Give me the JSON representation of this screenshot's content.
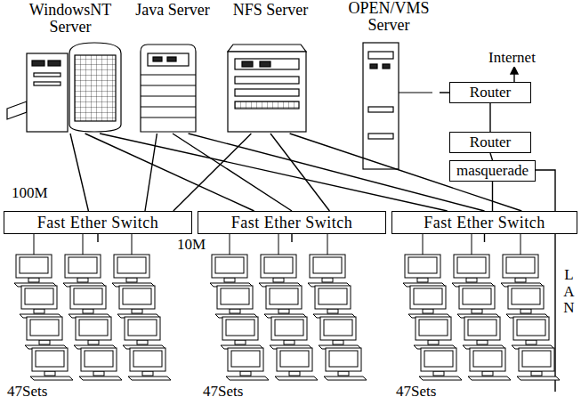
{
  "diagram": {
    "nodes": [
      {
        "text": [
          "WindowsNT Server"
        ]
      },
      {
        "text": [
          "Java Server"
        ]
      },
      {
        "text": [
          "NFS Server"
        ]
      },
      {
        "text": [
          "OPEN/VMS Server"
        ]
      },
      {
        "text": [
          "Router"
        ]
      },
      {
        "text": [
          "Router"
        ]
      },
      {
        "text": [
          "masquerade"
        ]
      },
      {
        "text": [
          "Fast Ether Switch"
        ]
      },
      {
        "text": [
          "Fast Ether Switch"
        ]
      },
      {
        "text": [
          "Fast Ether Switch"
        ]
      },
      {
        "text": [
          "47Sets"
        ]
      },
      {
        "text": [
          "47Sets"
        ]
      },
      {
        "text": [
          "47Sets"
        ]
      }
    ],
    "edges": [
      {
        "from": 0,
        "to": 7,
        "arrow": "none"
      },
      {
        "from": 0,
        "to": 8,
        "arrow": "none"
      },
      {
        "from": 0,
        "to": 9,
        "arrow": "none"
      },
      {
        "from": 1,
        "to": 7,
        "arrow": "none"
      },
      {
        "from": 1,
        "to": 8,
        "arrow": "none"
      },
      {
        "from": 1,
        "to": 9,
        "arrow": "none"
      },
      {
        "from": 2,
        "to": 7,
        "arrow": "none"
      },
      {
        "from": 2,
        "to": 8,
        "arrow": "none"
      },
      {
        "from": 2,
        "to": 9,
        "arrow": "none"
      },
      {
        "from": 3,
        "to": 4,
        "arrow": "none"
      },
      {
        "from": 4,
        "to": 5,
        "arrow": "none"
      },
      {
        "from": 5,
        "to": 6,
        "arrow": "none"
      },
      {
        "from": 6,
        "to": 9,
        "arrow": "none"
      },
      {
        "from": 7,
        "to": 10,
        "arrow": "none"
      },
      {
        "from": 8,
        "to": 11,
        "arrow": "none"
      },
      {
        "from": 9,
        "to": 12,
        "arrow": "none"
      }
    ],
    "labels": [
      "Internet",
      "100M",
      "10M",
      "LAN"
    ]
  }
}
